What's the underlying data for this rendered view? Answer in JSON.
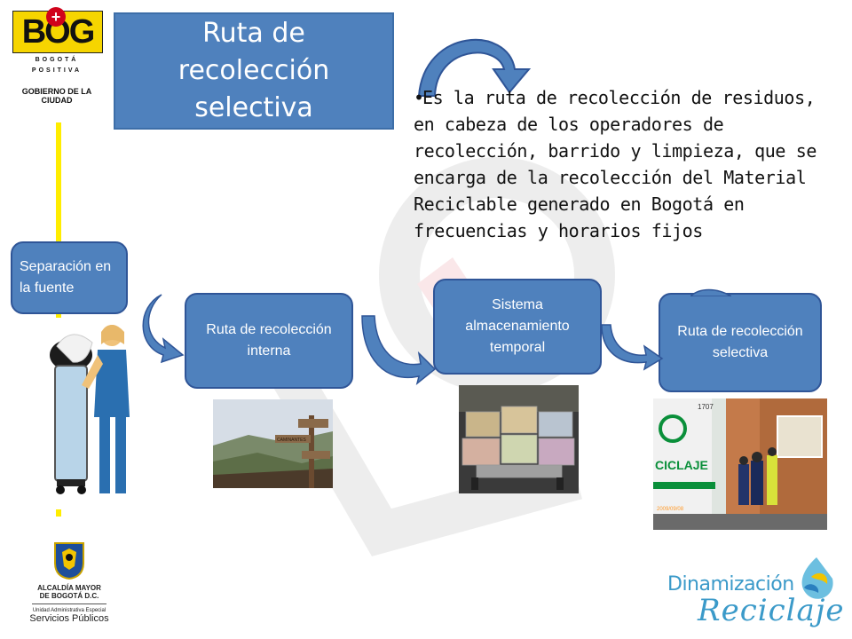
{
  "logo": {
    "brand": "BOG",
    "subtitle_1": "BOGOTÁ",
    "subtitle_2": "POSITIVA",
    "government": "GOBIERNO DE LA CIUDAD"
  },
  "title": "Ruta de recolección selectiva",
  "description": "Es la ruta de recolección de residuos, en cabeza de los operadores de recolección, barrido y limpieza, que se encarga de la recolección del Material Reciclable generado en Bogotá en frecuencias y horarios fijos",
  "flow": {
    "steps": [
      {
        "label": "Separación en la fuente"
      },
      {
        "label": "Ruta de recolección interna"
      },
      {
        "label": "Sistema almacenamiento temporal"
      },
      {
        "label": "Ruta de recolección selectiva"
      }
    ]
  },
  "photos": {
    "truck_number": "1707",
    "truck_text": "CICLAJE",
    "truck_date": "2009/09/08",
    "sign_text": "CAMINANTES"
  },
  "footer": {
    "alcaldia_1": "ALCALDÍA MAYOR",
    "alcaldia_2": "DE BOGOTÁ D.C.",
    "unit_1": "Unidad Administrativa Especial",
    "unit_2": "Servicios Públicos",
    "brand_1": "Dinamización",
    "brand_2": "Reciclaje"
  },
  "colors": {
    "node_fill": "#4f81bd",
    "accent_yellow": "#ffed00",
    "arrow_fill": "#4f81bd"
  }
}
